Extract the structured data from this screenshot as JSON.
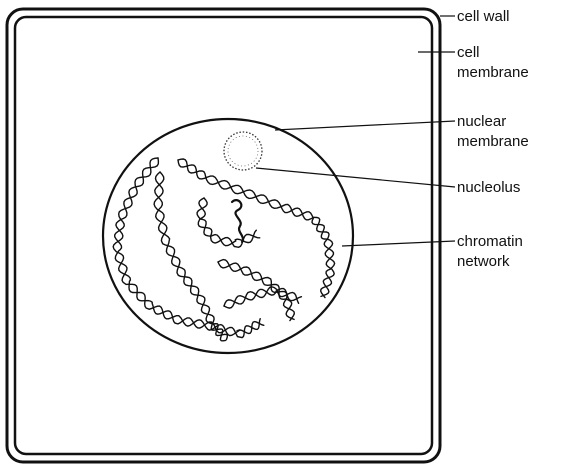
{
  "labels": {
    "cell_wall": "cell wall",
    "cell_membrane": [
      "cell",
      "membrane"
    ],
    "nuclear_membrane": [
      "nuclear",
      "membrane"
    ],
    "nucleolus": "nucleolus",
    "chromatin_network": [
      "chromatin",
      "network"
    ]
  },
  "colors": {
    "ink": "#111111",
    "background": "#ffffff"
  }
}
